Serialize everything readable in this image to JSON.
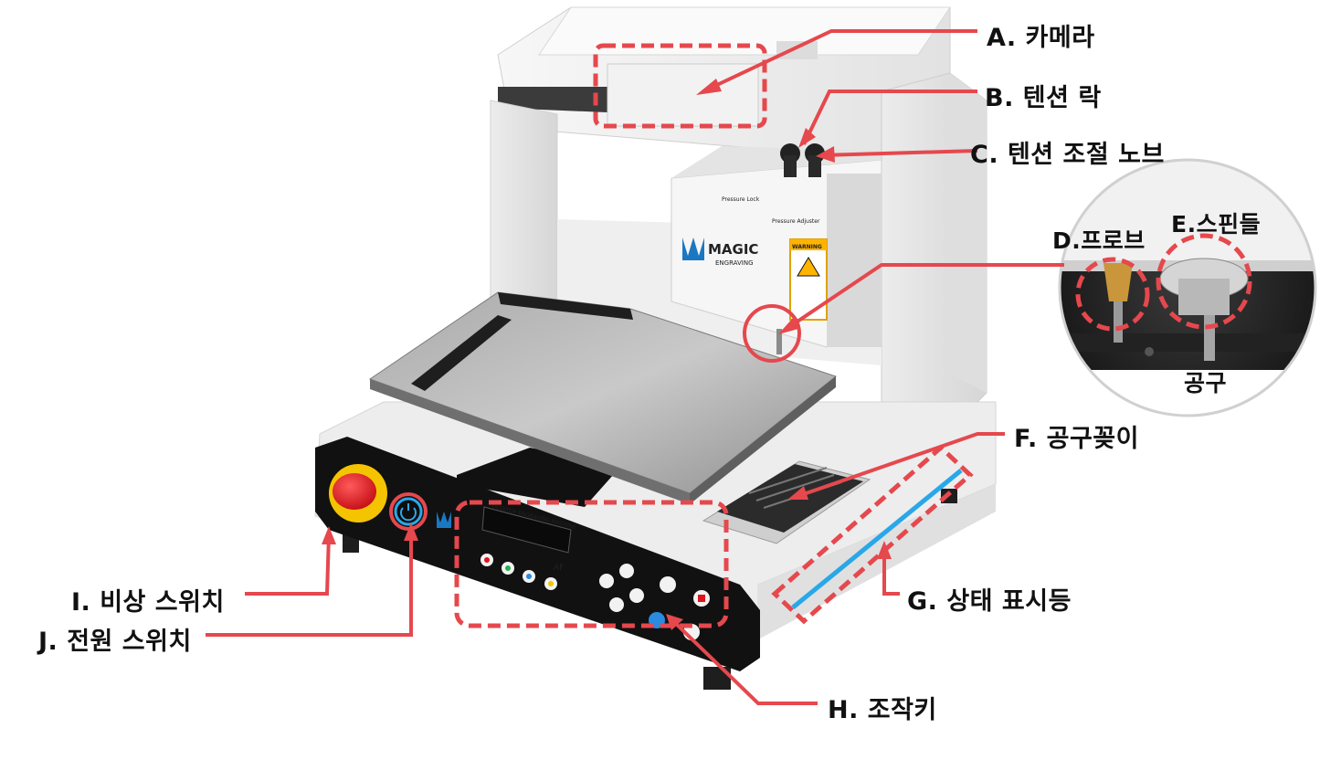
{
  "callouts": {
    "camera": "A.  카메라",
    "tension_lock": "B.  텐션  락",
    "tension_knob": "C.  텐션  조절  노브",
    "probe": "D.프로브",
    "spindle": "E.스핀들",
    "tool": "공구",
    "tool_holder": "F.  공구꽂이",
    "status_light": "G.  상태  표시등",
    "control_keys": "H.  조작키",
    "emergency_switch": "I.  비상  스위치",
    "power_switch": "J.  전원  스위치"
  },
  "machine_print": {
    "brand": "MAGIC",
    "brand_sub": "ENGRAVING",
    "warning": "WARNING",
    "panel_title": "DESKTOP ENGRAVING MACHINE",
    "panel_af": "AF",
    "pressure_lock": "Pressure Lock",
    "pressure_adjuster": "Pressure Adjuster"
  },
  "colors": {
    "annotation_red": "#e5484d",
    "status_blue": "#29a7e8",
    "estop_red": "#e0141c",
    "panel_black": "#111111",
    "body_white": "#f3f3f3"
  }
}
